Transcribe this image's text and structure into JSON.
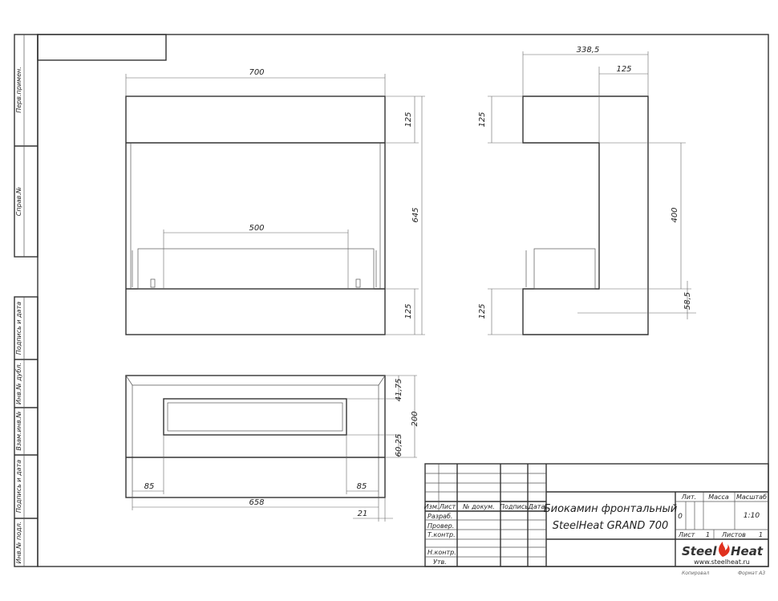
{
  "side_strip": [
    "Перв.примен.",
    "Справ.№",
    "Подпись и дата",
    "Инв.№ дубл.",
    "Взам.инв.№",
    "Подпись и дата",
    "Инв.№ подл."
  ],
  "front_view": {
    "width": "700",
    "inner": "500",
    "top_h": "125",
    "height": "645",
    "bottom_h": "125"
  },
  "side_view": {
    "depth": "338,5",
    "top_depth": "125",
    "top_h": "125",
    "opening": "400",
    "bottom_h": "125",
    "burner_h": "58,5"
  },
  "top_view": {
    "d1": "41,75",
    "d2": "200",
    "d3": "60,25",
    "left": "85",
    "right": "85",
    "length": "658",
    "edge": "21"
  },
  "title_block": {
    "headers": [
      "Изм.",
      "Лист",
      "№ докум.",
      "Подпись",
      "Дата"
    ],
    "roles": [
      "Разраб.",
      "Провер.",
      "Т.контр.",
      "Н.контр.",
      "Утв."
    ],
    "title_line1": "Биокамин фронтальный",
    "title_line2": "SteelHeat GRAND 700",
    "lit_label": "Лит.",
    "mass_label": "Масса",
    "scale_label": "Масштаб",
    "lit_value": "0",
    "scale_value": "1:10",
    "sheet_label": "Лист",
    "sheet_value": "1",
    "sheets_label": "Листов",
    "sheets_value": "1",
    "logo_left": "Steel",
    "logo_right": "Heat",
    "website": "www.steelheat.ru",
    "copied": "Копировал",
    "format": "Формат А3"
  },
  "colors": {
    "flame": "#e0301e"
  }
}
